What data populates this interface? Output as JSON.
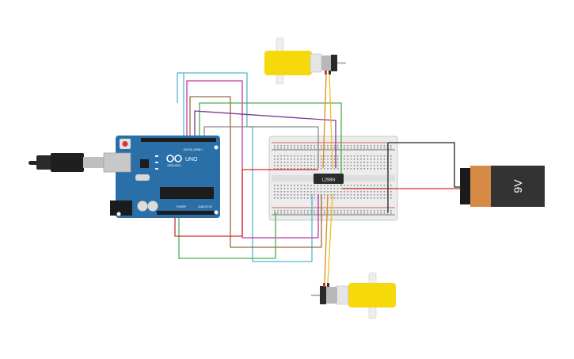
{
  "arduino": {
    "brand": "ARDUINO",
    "model": "UNO",
    "digital_label": "DIGITAL (PWM~)",
    "power_label": "POWER",
    "analog_label": "ANALOG IN",
    "board_color": "#2a6fa8"
  },
  "ic": {
    "label": "L298N"
  },
  "battery": {
    "label": "9V",
    "body_color": "#333333",
    "cap_color": "#d58a45"
  },
  "motor": {
    "body_color": "#f5d90a"
  },
  "wire_colors": {
    "light_blue": "#57b4d2",
    "magenta": "#c1379e",
    "brown": "#9a6a3a",
    "green": "#4caf50",
    "purple": "#7e3a91",
    "grey": "#8a8a8a",
    "red": "#d32f2f",
    "black": "#222222",
    "orange": "#e08a1e",
    "yellow": "#e7c21a"
  }
}
